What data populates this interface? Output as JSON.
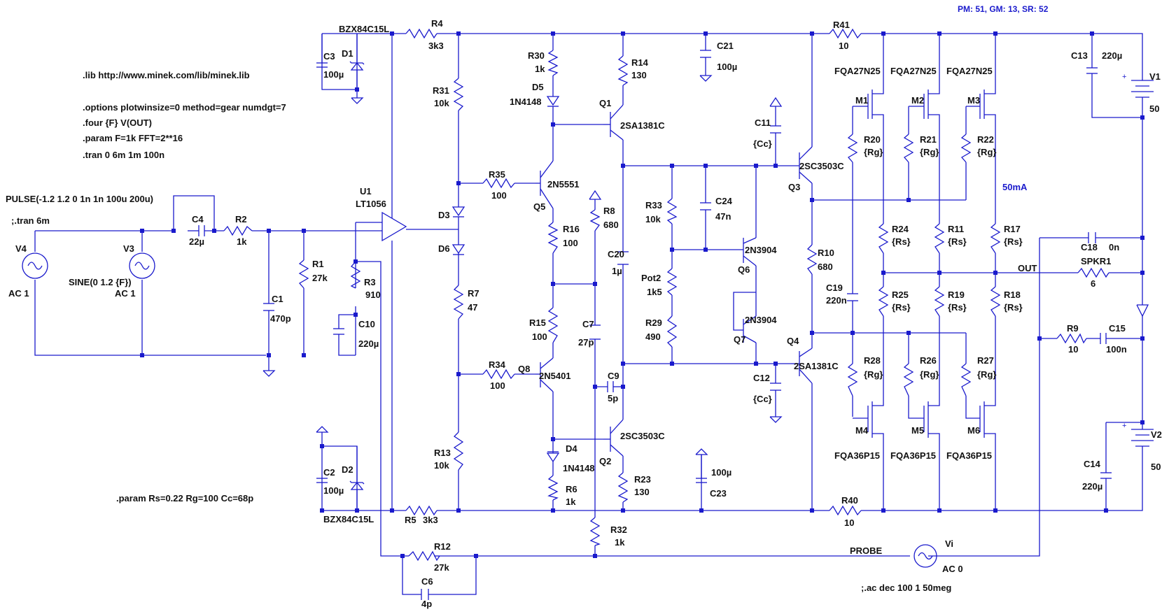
{
  "status": {
    "text": "PM: 51, GM: 13, SR: 52"
  },
  "directives": {
    "lib": ".lib http://www.minek.com/lib/minek.lib",
    "options": ".options plotwinsize=0 method=gear numdgt=7",
    "four": ".four {F} V(OUT)",
    "param_f": ".param F=1k FFT=2**16",
    "tran": ".tran 0 6m 1m 100n",
    "pulse": "PULSE(-1.2 1.2 0 1n 1n 100u 200u)",
    "tran_comment": ";.tran 6m",
    "param_rs": ".param Rs=0.22 Rg=100 Cc=68p",
    "ac_comment": ";.ac dec 100 1 50meg"
  },
  "labels": {
    "D1": "D1",
    "D1_val": "BZX84C15L",
    "D2": "D2",
    "D2_val": "BZX84C15L",
    "C3": "C3",
    "C3_val": "100µ",
    "C2": "C2",
    "C2_val": "100µ",
    "R4": "R4",
    "R4_val": "3k3",
    "R5": "R5",
    "R5_val": "3k3",
    "R31": "R31",
    "R31_val": "10k",
    "R30": "R30",
    "R30_val": "1k",
    "D5": "D5",
    "D5_val": "1N4148",
    "R14": "R14",
    "R14_val": "130",
    "Q1": "Q1",
    "Q1_val": "2SA1381C",
    "C21": "C21",
    "C21_val": "100µ",
    "R41": "R41",
    "R41_val": "10",
    "C13": "C13",
    "C13_val": "220µ",
    "V1": "V1",
    "V1_val": "50",
    "M1_val": "FQA27N25",
    "M2_val": "FQA27N25",
    "M3_val": "FQA27N25",
    "M1": "M1",
    "M2": "M2",
    "M3": "M3",
    "R20": "R20",
    "R20_val": "{Rg}",
    "R21": "R21",
    "R21_val": "{Rg}",
    "R22": "R22",
    "R22_val": "{Rg}",
    "C11": "C11",
    "C11_val": "{Cc}",
    "Q3": "Q3",
    "Q3_val": "2SC3503C",
    "R35": "R35",
    "R35_val": "100",
    "Q5": "Q5",
    "Q5_val": "2N5551",
    "D3": "D3",
    "D6": "D6",
    "U1": "U1",
    "U1_val": "LT1056",
    "V4": "V4",
    "V4_val": "AC 1",
    "V3": "V3",
    "V3_val": "AC 1",
    "V3_sine": "SINE(0 1.2 {F})",
    "C4": "C4",
    "C4_val": "22µ",
    "R2": "R2",
    "R2_val": "1k",
    "R1": "R1",
    "R1_val": "27k",
    "C1": "C1",
    "C1_val": "470p",
    "R3": "R3",
    "R3_val": "910",
    "C10": "C10",
    "C10_val": "220µ",
    "R8": "R8",
    "R8_val": "680",
    "R16": "R16",
    "R16_val": "100",
    "R33": "R33",
    "R33_val": "10k",
    "C24": "C24",
    "C24_val": "47n",
    "C20": "C20",
    "C20_val": "1µ",
    "Q6": "Q6",
    "Q6_val": "2N3904",
    "Pot2": "Pot2",
    "Pot2_val": "1k5",
    "R10": "R10",
    "R10_val": "680",
    "R7": "R7",
    "R7_val": "47",
    "C7": "C7",
    "C7_val": "27p",
    "R15": "R15",
    "R15_val": "100",
    "R29": "R29",
    "R29_val": "490",
    "Q7": "Q7",
    "Q7_val": "2N3904",
    "Q4": "Q4",
    "Q4_val": "2SA1381C",
    "R34": "R34",
    "R34_val": "100",
    "Q8": "Q8",
    "Q8_val": "2N5401",
    "C9": "C9",
    "C9_val": "5p",
    "C12": "C12",
    "C12_val": "{Cc}",
    "R24": "R24",
    "R24_val": "{Rs}",
    "R11": "R11",
    "R11_val": "{Rs}",
    "R17": "R17",
    "R17_val": "{Rs}",
    "R25": "R25",
    "R25_val": "{Rs}",
    "R19": "R19",
    "R19_val": "{Rs}",
    "R18": "R18",
    "R18_val": "{Rs}",
    "C19": "C19",
    "C19_val": "220n",
    "R28": "R28",
    "R28_val": "{Rg}",
    "R26": "R26",
    "R26_val": "{Rg}",
    "R27": "R27",
    "R27_val": "{Rg}",
    "M4": "M4",
    "M5": "M5",
    "M6": "M6",
    "M4_val": "FQA36P15",
    "M5_val": "FQA36P15",
    "M6_val": "FQA36P15",
    "current": "50mA",
    "C18": "C18",
    "C18_val": "0n",
    "OUT": "OUT",
    "SPKR1": "SPKR1",
    "SPKR1_val": "6",
    "R9": "R9",
    "R9_val": "10",
    "C15": "C15",
    "C15_val": "100n",
    "V2": "V2",
    "V2_val": "50",
    "C14": "C14",
    "C14_val": "220µ",
    "R13": "R13",
    "R13_val": "10k",
    "D4": "D4",
    "D4_val": "1N4148",
    "Q2": "Q2",
    "Q2_val": "2SC3503C",
    "R6": "R6",
    "R6_val": "1k",
    "R23": "R23",
    "R23_val": "130",
    "C23": "C23",
    "C23_val": "100µ",
    "R40": "R40",
    "R40_val": "10",
    "R32": "R32",
    "R32_val": "1k",
    "R12": "R12",
    "R12_val": "27k",
    "C6": "C6",
    "C6_val": "4p",
    "PROBE": "PROBE",
    "Vi": "Vi",
    "Vi_val": "AC 0"
  },
  "colors": {
    "wire": "#1a1acc",
    "text": "#111111",
    "status": "#1a1acc",
    "background": "#ffffff"
  }
}
